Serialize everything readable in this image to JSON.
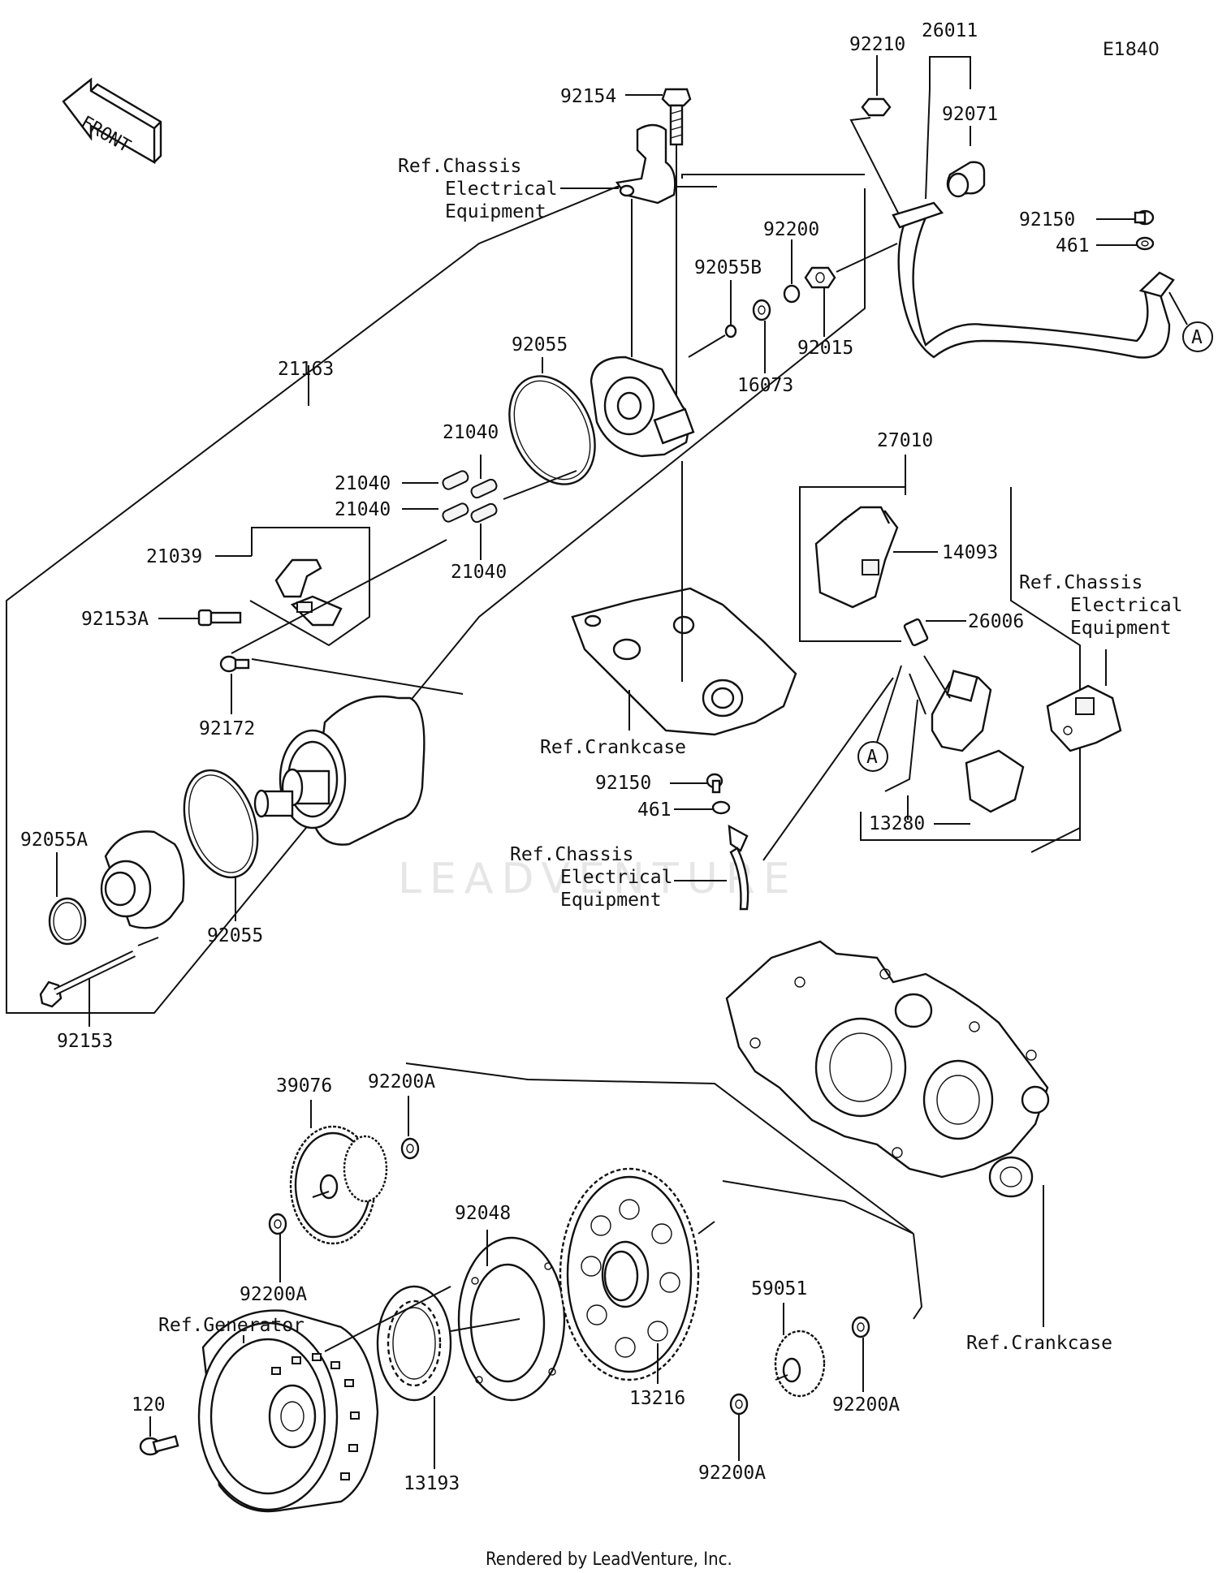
{
  "diagram_code": "E1840",
  "front_label": "FRONT",
  "watermark": "LEADVENTURE",
  "footer": "Rendered by LeadVenture, Inc.",
  "callout_a": "A",
  "part_labels": {
    "p92210": "92210",
    "p26011": "26011",
    "p92071": "92071",
    "p92154": "92154",
    "p92150_top": "92150",
    "p461_top": "461",
    "p92200": "92200",
    "p92055B": "92055B",
    "p92015": "92015",
    "p16073": "16073",
    "p92055_top": "92055",
    "p21163": "21163",
    "p21040_a": "21040",
    "p21040_b": "21040",
    "p21040_c": "21040",
    "p21040_d": "21040",
    "p21039": "21039",
    "p92153A": "92153A",
    "p92172": "92172",
    "p92055A": "92055A",
    "p92055_bot": "92055",
    "p92153": "92153",
    "p27010": "27010",
    "p14093": "14093",
    "p26006": "26006",
    "p13280": "13280",
    "p92150_mid": "92150",
    "p461_mid": "461",
    "p39076": "39076",
    "p92200A_a": "92200A",
    "p92200A_b": "92200A",
    "p92200A_c": "92200A",
    "p92200A_d": "92200A",
    "p92048": "92048",
    "p13216": "13216",
    "p59051": "59051",
    "p120": "120",
    "p13193": "13193"
  },
  "ref_labels": {
    "chassis_top_1": "Ref.Chassis",
    "chassis_top_2": "Electrical",
    "chassis_top_3": "Equipment",
    "chassis_right_1": "Ref.Chassis",
    "chassis_right_2": "Electrical",
    "chassis_right_3": "Equipment",
    "chassis_mid_1": "Ref.Chassis",
    "chassis_mid_2": "Electrical",
    "chassis_mid_3": "Equipment",
    "crankcase_mid": "Ref.Crankcase",
    "crankcase_bot": "Ref.Crankcase",
    "generator": "Ref.Generator"
  }
}
